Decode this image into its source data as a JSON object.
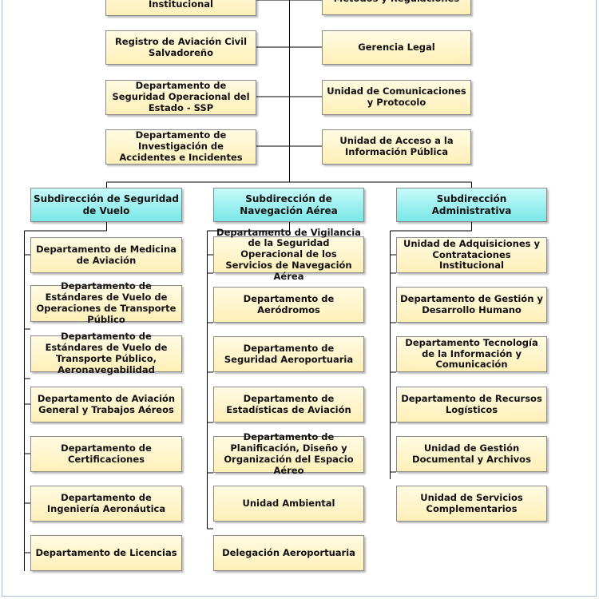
{
  "top_units": {
    "left": [
      "Unidad Financiera Institucional",
      "Registro de Aviación Civil Salvadoreño",
      "Departamento de Seguridad Operacional del Estado - SSP",
      "Departamento de Investigación de Accidentes e Incidentes"
    ],
    "right": [
      "Métodos y Regulaciones",
      "Gerencia Legal",
      "Unidad de Comunicaciones y Protocolo",
      "Unidad de Acceso a la Información Pública"
    ]
  },
  "subdirecciones": [
    {
      "title": "Subdirección de Seguridad de Vuelo",
      "items": [
        "Departamento de Medicina de Aviación",
        "Departamento de Estándares de Vuelo de Operaciones de Transporte Público",
        "Departamento de Estándares de Vuelo de Transporte Público, Aeronavegabilidad",
        "Departamento de Aviación General y Trabajos Aéreos",
        "Departamento de Certificaciones",
        "Departamento de Ingeniería Aeronáutica",
        "Departamento de Licencias"
      ]
    },
    {
      "title": "Subdirección de Navegación Aérea",
      "items": [
        "Departamento de Vigilancia de la Seguridad Operacional de los Servicios de Navegación Aérea",
        "Departamento de Aeródromos",
        "Departamento de Seguridad Aeroportuaria",
        "Departamento de Estadísticas de Aviación",
        "Departamento de Planificación, Diseño y Organización del Espacio Aéreo",
        "Unidad Ambiental",
        "Delegación Aeroportuaria"
      ]
    },
    {
      "title": "Subdirección Administrativa",
      "items": [
        "Unidad de Adquisiciones y Contrataciones Institucional",
        "Departamento de Gestión y Desarrollo Humano",
        "Departamento Tecnología de la Información y Comunicación",
        "Departamento de Recursos Logísticos",
        "Unidad de Gestión Documental y Archivos",
        "Unidad de Servicios Complementarios"
      ]
    }
  ]
}
